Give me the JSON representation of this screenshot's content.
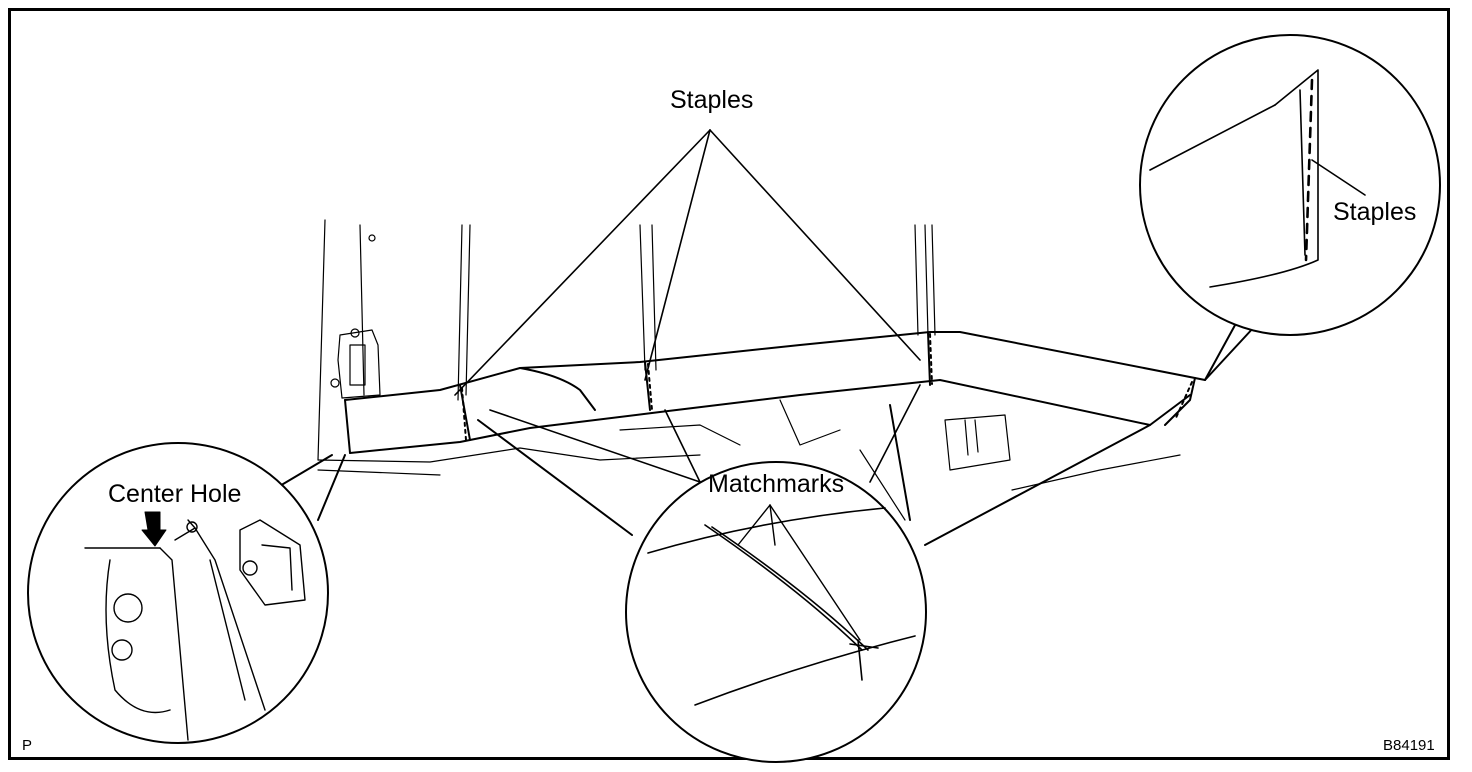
{
  "labels": {
    "staples_top": "Staples",
    "staples_right": "Staples",
    "matchmarks": "Matchmarks",
    "center_hole": "Center Hole",
    "corner_code": "P",
    "figure_id": "B84191"
  },
  "colors": {
    "ink": "#000000",
    "paper": "#ffffff"
  }
}
